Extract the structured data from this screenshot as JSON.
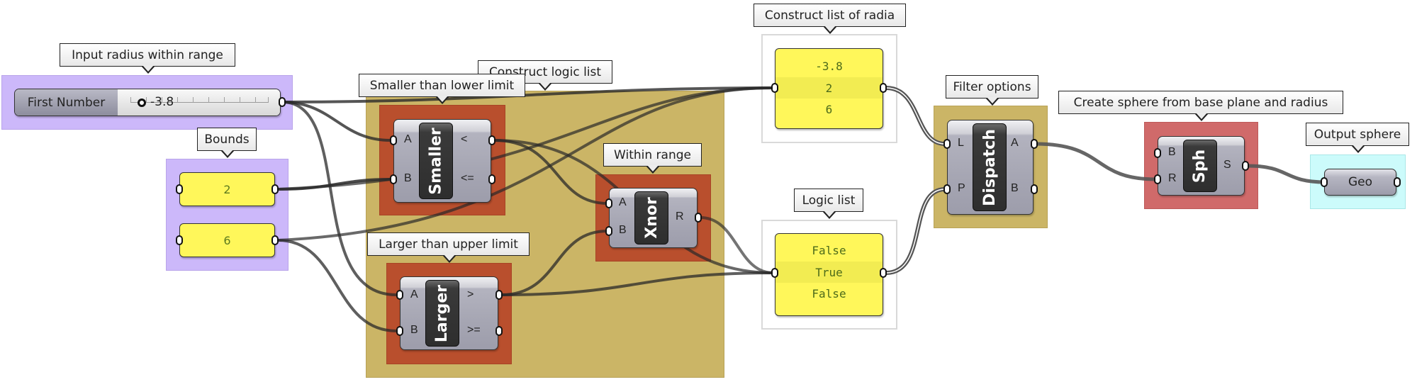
{
  "canvas": {
    "app": "Grasshopper",
    "groups": {
      "input_radius": {
        "label": "Input radius within range",
        "color": "#ccb8fa"
      },
      "bounds": {
        "label": "Bounds",
        "color": "#ccb8fa"
      },
      "construct_logic": {
        "label": "Construct logic list",
        "color": "#cbb566"
      },
      "smaller": {
        "label": "Smaller than lower limit",
        "color": "#b94f2d"
      },
      "larger": {
        "label": "Larger than upper limit",
        "color": "#b94f2d"
      },
      "within": {
        "label": "Within range",
        "color": "#b94f2d"
      },
      "radia": {
        "label": "Construct list of radia",
        "color": "#ffffff"
      },
      "logic_list": {
        "label": "Logic list",
        "color": "#ffffff"
      },
      "filter": {
        "label": "Filter options",
        "color": "#cbb566"
      },
      "sphere": {
        "label": "Create sphere from base plane and radius",
        "color": "#d06a6a"
      },
      "output": {
        "label": "Output sphere",
        "color": "#ccfbfb"
      }
    },
    "slider": {
      "name": "First Number",
      "value": "-3.8"
    },
    "bounds_panels": [
      {
        "value": "2"
      },
      {
        "value": "6"
      }
    ],
    "components": {
      "smaller": {
        "name": "Smaller",
        "inputs": [
          "A",
          "B"
        ],
        "outputs": [
          "<",
          "<="
        ]
      },
      "larger": {
        "name": "Larger",
        "inputs": [
          "A",
          "B"
        ],
        "outputs": [
          ">",
          ">="
        ]
      },
      "xnor": {
        "name": "Xnor",
        "inputs": [
          "A",
          "B"
        ],
        "outputs": [
          "R"
        ]
      },
      "dispatch": {
        "name": "Dispatch",
        "inputs": [
          "L",
          "P"
        ],
        "outputs": [
          "A",
          "B"
        ]
      },
      "sphere": {
        "name": "Sph",
        "inputs": [
          "B",
          "R"
        ],
        "outputs": [
          "S"
        ]
      }
    },
    "radia_panel": {
      "rows": [
        "-3.8",
        "2",
        "6"
      ]
    },
    "logic_panel": {
      "rows": [
        "False",
        "True",
        "False"
      ]
    },
    "geo_param": {
      "name": "Geo"
    }
  }
}
